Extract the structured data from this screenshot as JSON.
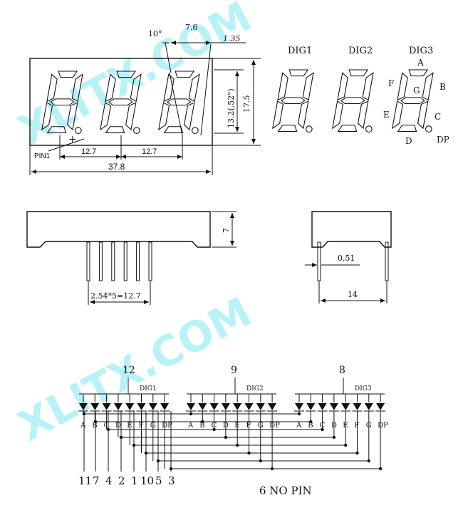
{
  "colors": {
    "line": "#111111",
    "watermark": "#7fe8f2",
    "background": "#ffffff"
  },
  "watermark": {
    "text": "XLITX.COM"
  },
  "front_view": {
    "angle": "10°",
    "seg_width": "7.6",
    "seg_thickness": "1.35",
    "digit_height": "13.2(.52\")",
    "body_height": "17.5",
    "pitch_1": "12.7",
    "pitch_2": "12.7",
    "total_width": "37.8",
    "pin1_label": "PIN1",
    "plus_mark": "+"
  },
  "segment_labels": {
    "digits": [
      "DIG1",
      "DIG2",
      "DIG3"
    ],
    "A": "A",
    "B": "B",
    "C": "C",
    "D": "D",
    "E": "E",
    "F": "F",
    "G": "G",
    "DP": "DP"
  },
  "side_view": {
    "height": "7",
    "pin_pitch": "2.54*5=12.7"
  },
  "end_view": {
    "pin_thickness": "0,51",
    "row_spacing": "14"
  },
  "schematic": {
    "common_pins": [
      "12",
      "9",
      "8"
    ],
    "digit_names": [
      "DIG1",
      "DIG2",
      "DIG3"
    ],
    "segment_names": [
      "A",
      "B",
      "C",
      "D",
      "E",
      "F",
      "G",
      "DP"
    ],
    "bottom_pins": [
      "11",
      "7",
      "4",
      "2",
      "1",
      "10",
      "5",
      "3"
    ],
    "note": "6 NO PIN"
  }
}
